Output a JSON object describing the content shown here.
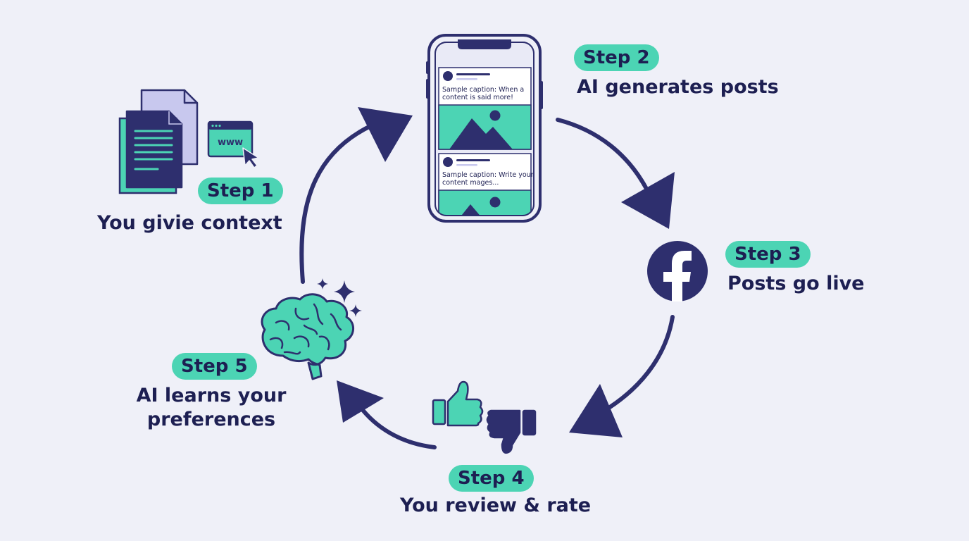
{
  "steps": [
    {
      "badge": "Step 1",
      "label": "You givie context"
    },
    {
      "badge": "Step 2",
      "label": "AI generates posts"
    },
    {
      "badge": "Step 3",
      "label": "Posts go live"
    },
    {
      "badge": "Step 4",
      "label": "You review & rate"
    },
    {
      "badge": "Step 5",
      "label_line1": "AI learns your",
      "label_line2": "preferences"
    }
  ],
  "icons": {
    "browser_text": "www"
  },
  "phone": {
    "post1_caption_line1": "Sample caption: When a",
    "post1_caption_line2": "content is said more!",
    "post2_caption_line1": "Sample caption: Write your",
    "post2_caption_line2": "content mages..."
  },
  "colors": {
    "navy": "#2e2f6e",
    "teal": "#4cd4b4",
    "lavender": "#c8c8ee",
    "background": "#eff0f8"
  }
}
